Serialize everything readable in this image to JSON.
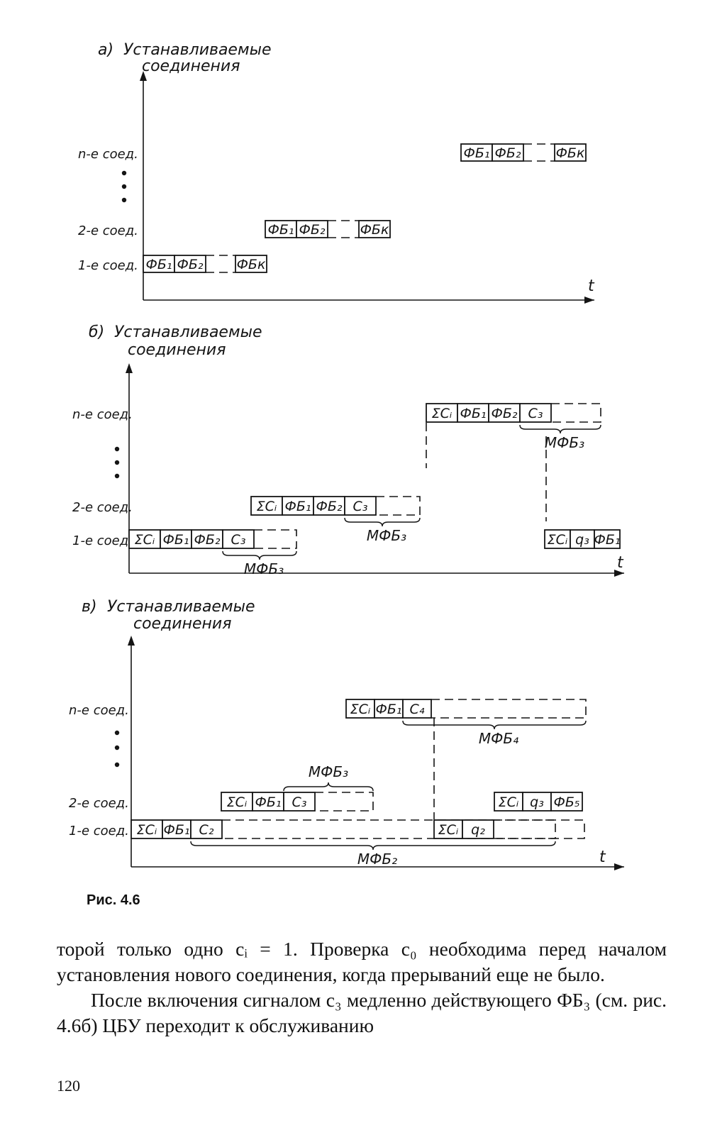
{
  "figure": {
    "panels": [
      {
        "letter": "а)",
        "title_lines": [
          "Устанавливаемые",
          "соединения"
        ],
        "row_labels": [
          "n-е соед.",
          "2-е соед.",
          "1-е соед."
        ],
        "axis_label": "t",
        "blocks": [
          {
            "row": 2,
            "cells": [
              "ФБ₁",
              "ФБ₂",
              "ФБк"
            ]
          },
          {
            "row": 1,
            "cells": [
              "ФБ₁",
              "ФБ₂",
              "ФБк"
            ]
          },
          {
            "row": 0,
            "cells": [
              "ФБ₁",
              "ФБ₂",
              "ФБк"
            ]
          }
        ]
      },
      {
        "letter": "б)",
        "title_lines": [
          "Устанавливаемые",
          "соединения"
        ],
        "row_labels": [
          "n-е соед.",
          "2-е соед.",
          "1-е соед."
        ],
        "axis_label": "t",
        "blocks": [
          {
            "row": 0,
            "cells": [
              "ΣCᵢ",
              "ФБ₁",
              "ФБ₂",
              "C₃"
            ],
            "brace": "МФБ₃"
          },
          {
            "row": 1,
            "cells": [
              "ΣCᵢ",
              "ФБ₁",
              "ФБ₂",
              "C₃"
            ],
            "brace": "МФБ₃"
          },
          {
            "row": 2,
            "cells": [
              "ΣCᵢ",
              "ФБ₁",
              "ФБ₂",
              "C₃"
            ],
            "brace": "МФБ₃"
          },
          {
            "row": 0,
            "cells": [
              "ΣCᵢ",
              "q₃",
              "ФБ₁"
            ]
          }
        ]
      },
      {
        "letter": "в)",
        "title_lines": [
          "Устанавливаемые",
          "соединения"
        ],
        "row_labels": [
          "n-е соед.",
          "2-е соед.",
          "1-е соед."
        ],
        "axis_label": "t",
        "blocks": [
          {
            "row": 0,
            "cells": [
              "ΣCᵢ",
              "ФБ₁",
              "C₂"
            ],
            "brace": "МФБ₂"
          },
          {
            "row": 1,
            "cells": [
              "ΣCᵢ",
              "ФБ₁",
              "C₃"
            ],
            "brace": "МФБ₃"
          },
          {
            "row": 2,
            "cells": [
              "ΣCᵢ",
              "ФБ₁",
              "C₄"
            ],
            "brace": "МФБ₄"
          },
          {
            "row": 0,
            "cells": [
              "ΣCᵢ",
              "q₂"
            ]
          },
          {
            "row": 1,
            "cells": [
              "ΣCᵢ",
              "q₃",
              "ФБ₅"
            ]
          }
        ]
      }
    ]
  },
  "caption": "Рис. 4.6",
  "body": {
    "p1": "торой только одно cᵢ = 1. Проверка c₀ необходима перед началом установления нового соединения, когда прерываний еще не было.",
    "p2": "После включения сигналом c₃ медленно действующего ФБ₃ (см. рис. 4.6б) ЦБУ переходит к обслуживанию"
  },
  "page_number": "120"
}
